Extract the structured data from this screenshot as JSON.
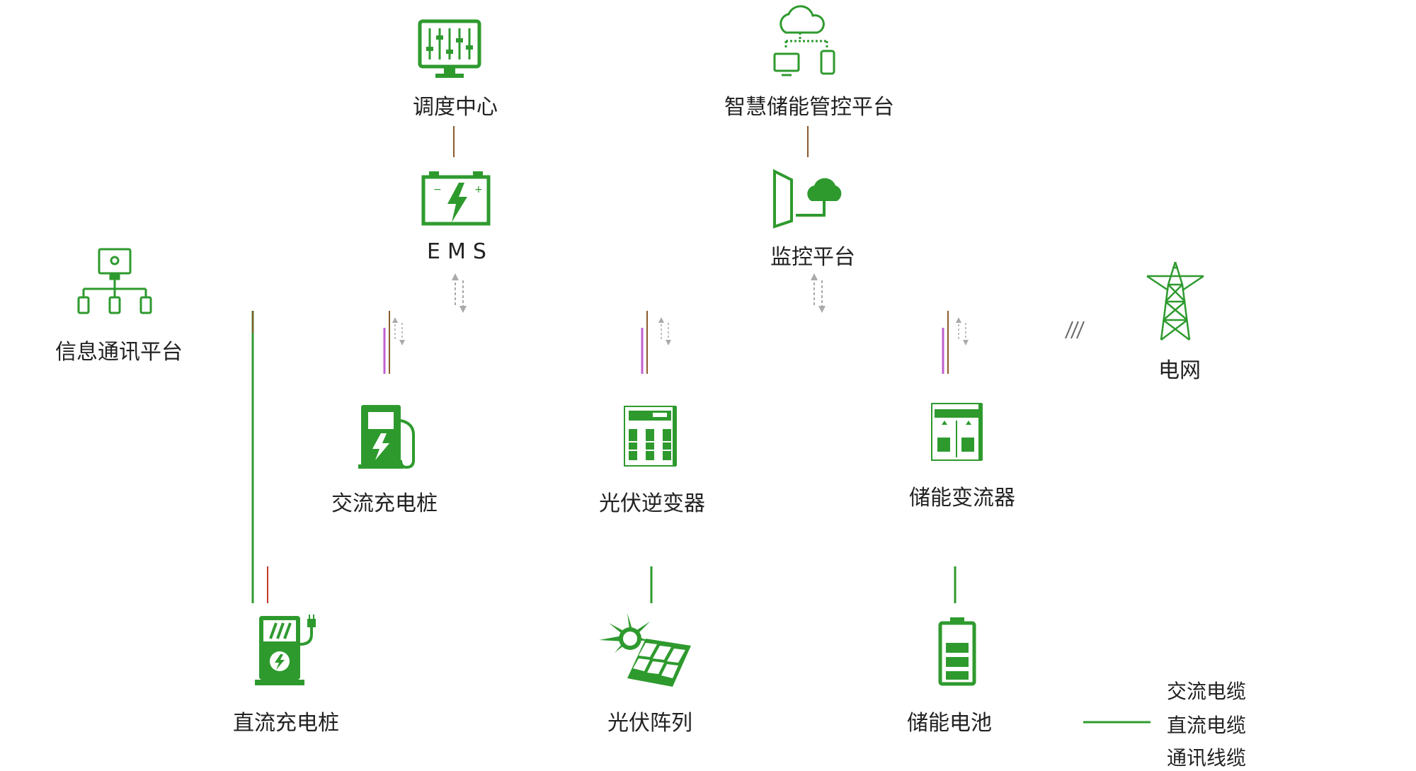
{
  "nodes": {
    "dispatch_center": "调度中心",
    "smart_storage_platform": "智慧储能管控平台",
    "ems": "EMS",
    "monitor_platform": "监控平台",
    "info_comm_platform": "信息通讯平台",
    "grid": "电网",
    "ac_charger": "交流充电桩",
    "pv_inverter": "光伏逆变器",
    "storage_converter": "储能变流器",
    "dc_charger": "直流充电桩",
    "pv_array": "光伏阵列",
    "storage_battery": "储能电池"
  },
  "legend": [
    {
      "label": "交流电缆",
      "color": "#e040e0"
    },
    {
      "label": "直流电缆",
      "color": "#2e9a2e"
    },
    {
      "label": "通讯线缆",
      "color": "#a0522d"
    }
  ],
  "colors": {
    "icon_green": "#2e9a2e",
    "ac": "#e040e0",
    "dc": "#2e9a2e",
    "comm_start": "#8b5a2b",
    "comm_mid": "#c0392b",
    "comm_end": "#9acd62"
  }
}
